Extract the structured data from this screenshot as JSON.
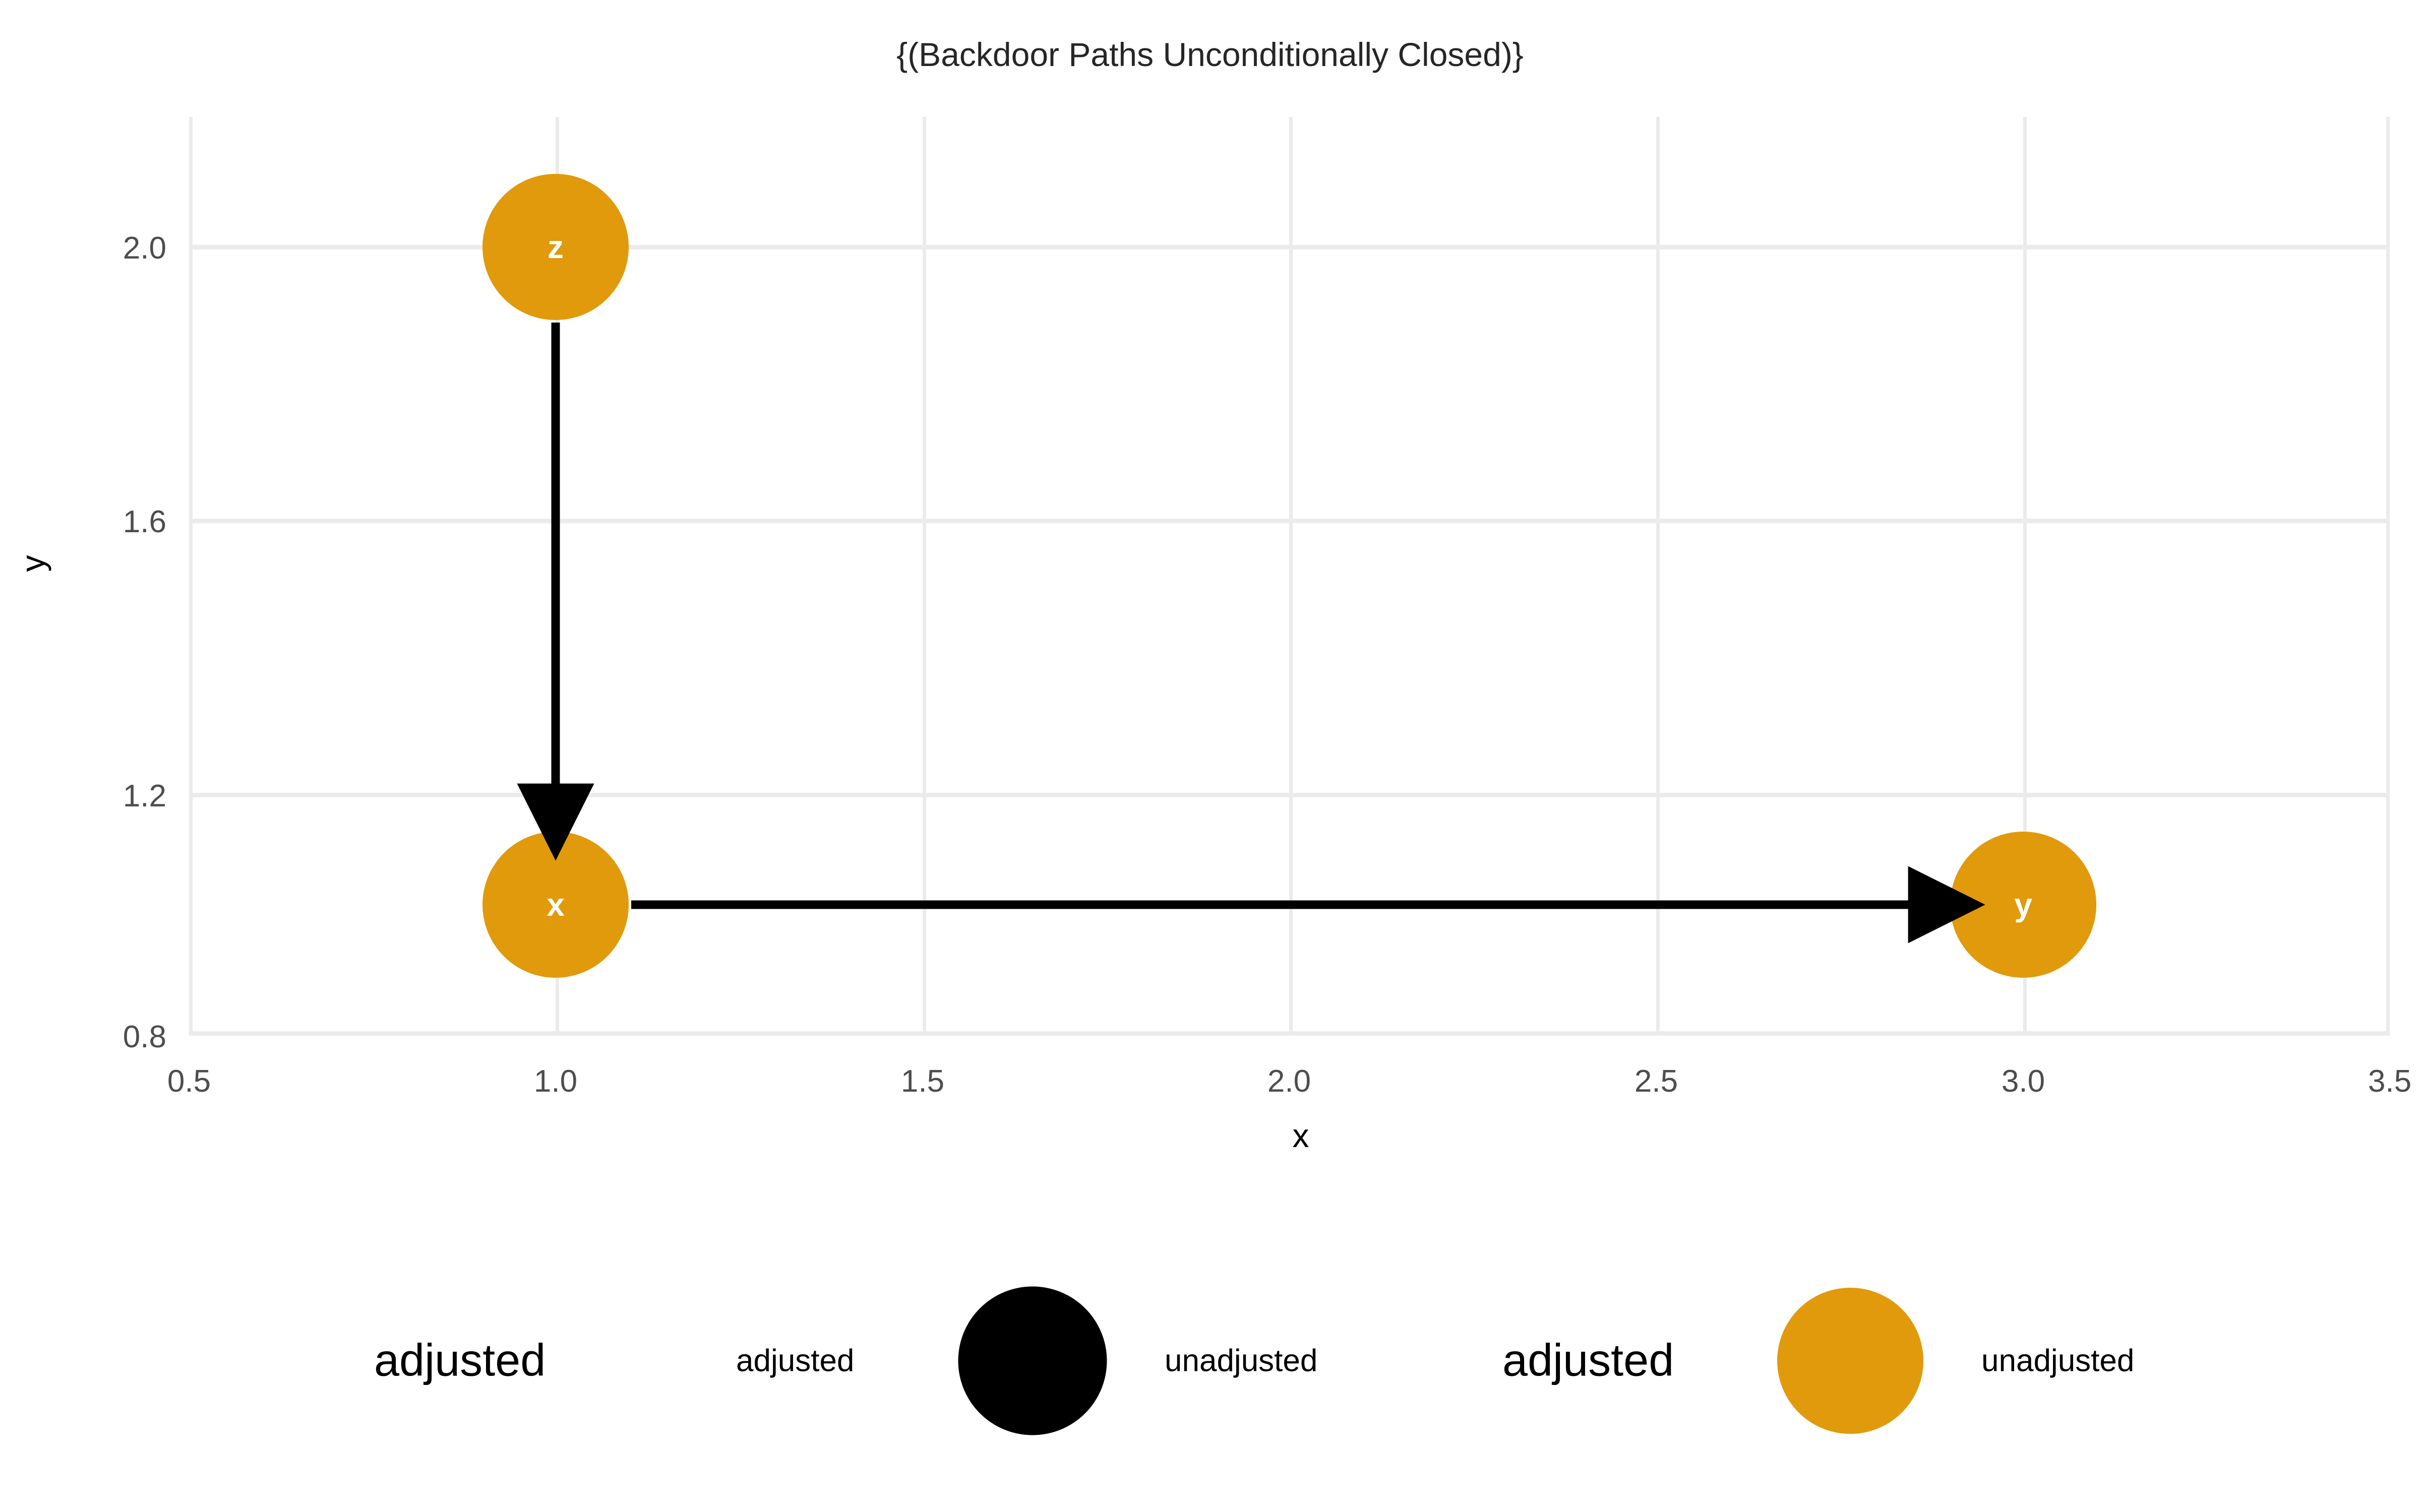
{
  "chart_data": {
    "type": "scatter",
    "title": "{(Backdoor Paths Unconditionally Closed)}",
    "xlabel": "x",
    "ylabel": "y",
    "xlim": [
      0.5,
      3.5
    ],
    "ylim": [
      0.8,
      2.1
    ],
    "xticks": [
      "0.5",
      "1.0",
      "1.5",
      "2.0",
      "2.5",
      "3.0",
      "3.5"
    ],
    "xtick_values": [
      0.5,
      1.0,
      1.5,
      2.0,
      2.5,
      3.0,
      3.5
    ],
    "yticks": [
      "0.8",
      "1.2",
      "1.6",
      "2.0"
    ],
    "ytick_values": [
      0.8,
      1.2,
      1.6,
      2.0
    ],
    "grid": true,
    "nodes": [
      {
        "id": "z",
        "label": "z",
        "x": 1.0,
        "y": 2.0,
        "color": "#e09a0c",
        "status": "adjusted"
      },
      {
        "id": "x",
        "label": "x",
        "x": 1.0,
        "y": 1.0,
        "color": "#e09a0c",
        "status": "adjusted"
      },
      {
        "id": "y",
        "label": "y",
        "x": 3.0,
        "y": 1.0,
        "color": "#e09a0c",
        "status": "adjusted"
      }
    ],
    "edges": [
      {
        "from": "z",
        "to": "x",
        "direction": "down",
        "color": "#000000"
      },
      {
        "from": "x",
        "to": "y",
        "direction": "right",
        "color": "#000000"
      }
    ],
    "legend": {
      "position": "bottom",
      "entries": [
        {
          "label": "adjusted",
          "size": "large",
          "marker": "none"
        },
        {
          "label": "adjusted",
          "size": "small",
          "marker": "none"
        },
        {
          "label": "",
          "size": "small",
          "marker": "circle",
          "color": "#000000"
        },
        {
          "label": "unadjusted",
          "size": "small",
          "marker": "none"
        },
        {
          "label": "adjusted",
          "size": "large",
          "marker": "none"
        },
        {
          "label": "",
          "size": "small",
          "marker": "circle",
          "color": "#e09a0c"
        },
        {
          "label": "unadjusted",
          "size": "small",
          "marker": "none"
        }
      ]
    },
    "colors": {
      "node_fill": "#e09a0c",
      "node_text": "#ffffff",
      "edge": "#000000",
      "grid": "#ebebeb",
      "tick_text": "#4d4d4d",
      "title_text": "#262626",
      "background": "#ffffff"
    }
  },
  "title": {
    "text": "{(Backdoor Paths Unconditionally Closed)}"
  },
  "axes": {
    "x_title": "x",
    "y_title": "y",
    "x_ticks": [
      {
        "label": "0.5",
        "px": 375
      },
      {
        "label": "1.0",
        "px": 1102
      },
      {
        "label": "1.5",
        "px": 1830
      },
      {
        "label": "2.0",
        "px": 2557
      },
      {
        "label": "2.5",
        "px": 3285
      },
      {
        "label": "3.0",
        "px": 4013
      },
      {
        "label": "3.5",
        "px": 4740
      }
    ],
    "y_ticks": [
      {
        "label": "0.8",
        "px": 2055
      },
      {
        "label": "1.2",
        "px": 1577
      },
      {
        "label": "1.6",
        "px": 1033
      },
      {
        "label": "2.0",
        "px": 490
      }
    ]
  },
  "nodes": {
    "z": {
      "label": "z"
    },
    "x": {
      "label": "x"
    },
    "y": {
      "label": "y"
    }
  },
  "legend": {
    "item0": "adjusted",
    "item1": "adjusted",
    "item2": "unadjusted",
    "item3": "adjusted",
    "item4": "unadjusted"
  }
}
